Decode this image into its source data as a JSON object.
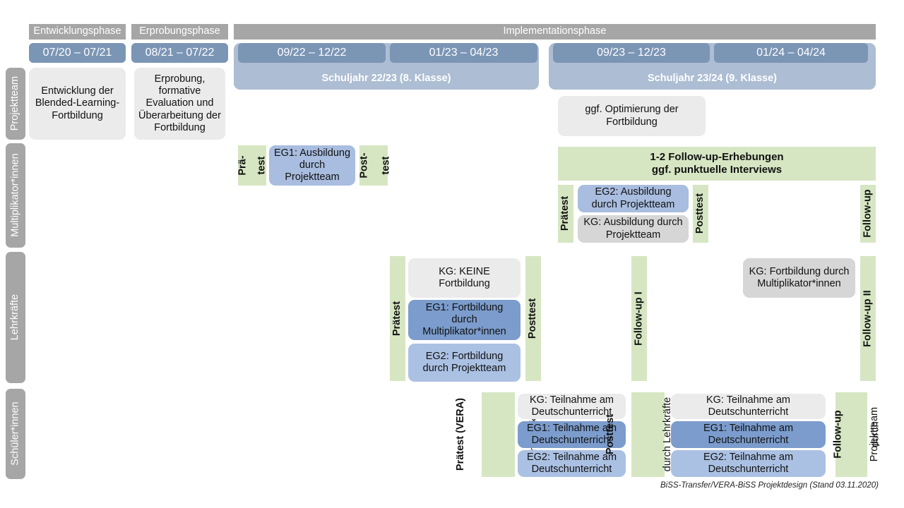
{
  "document": {
    "title": "BiSS-Transfer/VERA-BiSS Projektdesign",
    "footer": "BiSS-Transfer/VERA-BiSS Projektdesign (Stand 03.11.2020)"
  },
  "colors": {
    "phase_grey": "#a6a6a6",
    "period_blue": "#7b95b5",
    "schoolyear_blue": "#adbdd3",
    "card_grey_light": "#ebebeb",
    "card_grey": "#d6d6d6",
    "card_blue_mid": "#7b9ccc",
    "card_blue_light": "#abc1e3",
    "measure_green": "#d6e6c3"
  },
  "phases": [
    {
      "label": "Entwicklungsphase"
    },
    {
      "label": "Erprobungsphase"
    },
    {
      "label": "Implementationsphase"
    }
  ],
  "periods": [
    {
      "label": "07/20 – 07/21"
    },
    {
      "label": "08/21 – 07/22"
    },
    {
      "label": "09/22 – 12/22"
    },
    {
      "label": "01/23 – 04/23"
    },
    {
      "label": "09/23 – 12/23"
    },
    {
      "label": "01/24 – 04/24"
    }
  ],
  "schoolyears": [
    {
      "label": "Schuljahr 22/23 (8. Klasse)"
    },
    {
      "label": "Schuljahr 23/24 (9. Klasse)"
    }
  ],
  "rows": [
    {
      "label": "Projektteam"
    },
    {
      "label": "Multiplikator*innen"
    },
    {
      "label": "Lehrkräfte"
    },
    {
      "label": "Schüler*innen"
    }
  ],
  "projektteam": {
    "entwicklung": "Entwicklung der Blended-Learning-Fortbildung",
    "erprobung": "Erprobung, formative Evaluation und Überarbeitung der Fortbildung",
    "optimierung": "ggf. Optimierung der Fortbildung"
  },
  "multiplikatoren": {
    "praetest_line1": "Prä-",
    "praetest_line2": "test",
    "posttest_line1": "Post-",
    "posttest_line2": "test",
    "eg1": "EG1: Ausbildung durch Projektteam",
    "followup_banner_line1": "1-2 Follow-up-Erhebungen",
    "followup_banner_line2": "ggf. punktuelle Interviews",
    "praetest2": "Prätest",
    "posttest2": "Posttest",
    "followup": "Follow-up",
    "eg2": "EG2: Ausbildung durch Projektteam",
    "kg": "KG: Ausbildung durch Projektteam"
  },
  "lehrkraefte": {
    "praetest": "Prätest",
    "posttest": "Posttest",
    "followup1": "Follow-up I",
    "followup2": "Follow-up II",
    "kg_keine": "KG:  KEINE Fortbildung",
    "eg1": "EG1: Fortbildung durch Multiplikator*innen",
    "eg2": "EG2: Fortbildung durch Projektteam",
    "kg_fortbildung": "KG: Fortbildung durch Multiplikator*innen"
  },
  "schueler": {
    "praetest_bold": "Prätest (VERA)",
    "praetest_sub": "durch Lehrkräfte",
    "posttest_bold": "Posttest",
    "posttest_sub": "durch Lehrkräfte",
    "followup_bold": "Follow-up",
    "followup_sub": "durch",
    "followup_sub2": "Projektteam",
    "kg": "KG: Teilnahme am Deutschunterricht",
    "eg1": "EG1: Teilnahme am Deutschunterricht",
    "eg2": "EG2: Teilnahme am Deutschunterricht"
  }
}
